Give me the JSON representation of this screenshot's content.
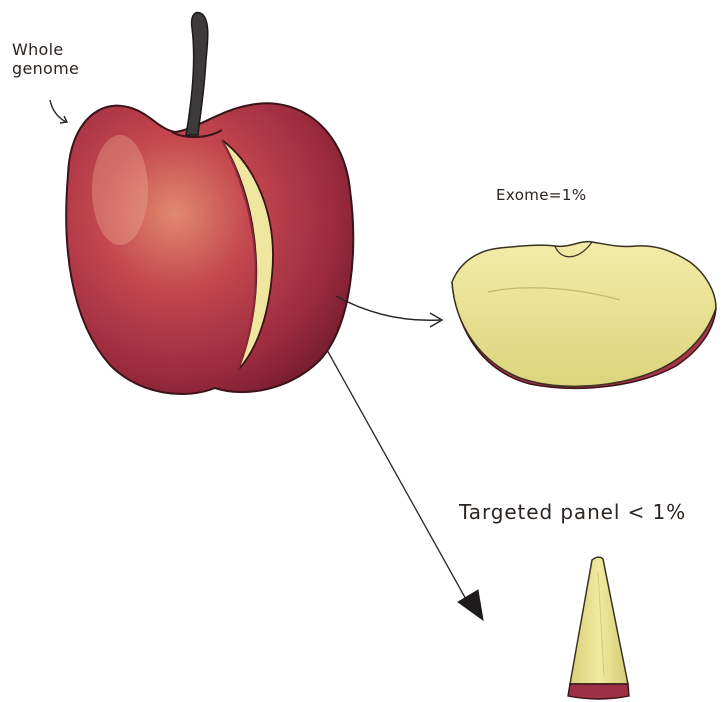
{
  "labels": {
    "whole_line1": "Whole",
    "whole_line2": "genome",
    "exome": "Exome=1%",
    "panel": "Targeted panel < 1%"
  },
  "colors": {
    "apple_dark": "#7e1f33",
    "apple_mid": "#b33a4a",
    "apple_light": "#d76a5a",
    "flesh": "#ece79a",
    "flesh_shade": "#d9d27a",
    "ink": "#2b2522"
  }
}
